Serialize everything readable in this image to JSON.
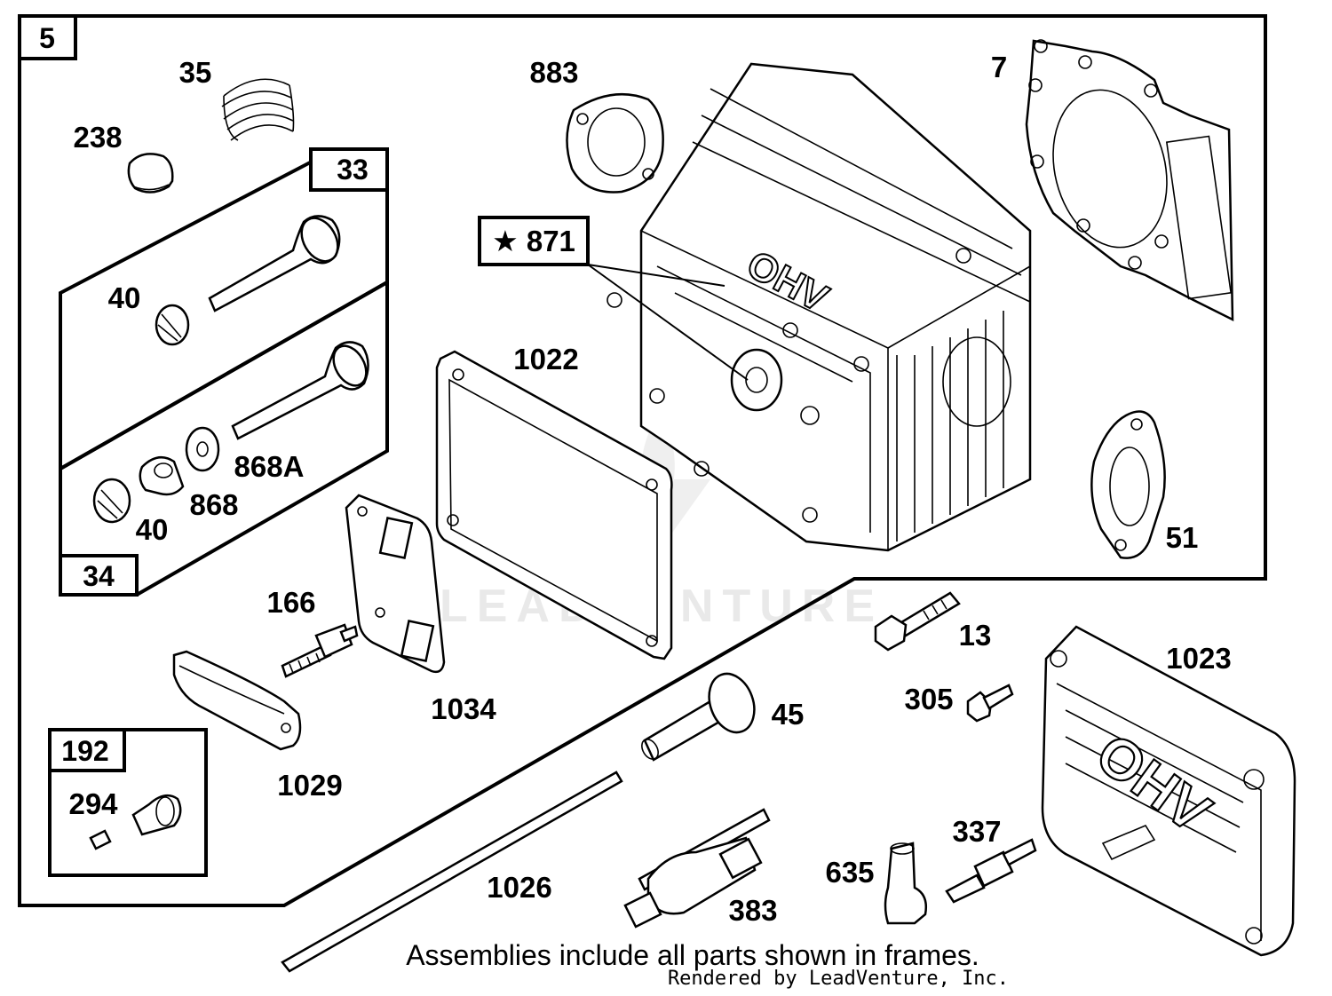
{
  "frames": {
    "main": "5",
    "valve_set_upper": "33",
    "valve_set_lower": "34",
    "breather": "192"
  },
  "callouts": {
    "p35": "35",
    "p238": "238",
    "p40a": "40",
    "p40b": "40",
    "p868": "868",
    "p868a": "868A",
    "p883": "883",
    "p871": "★ 871",
    "p7": "7",
    "p1022": "1022",
    "p51": "51",
    "p166": "166",
    "p1034": "1034",
    "p1029": "1029",
    "p13": "13",
    "p1023": "1023",
    "p305": "305",
    "p45": "45",
    "p294": "294",
    "p1026": "1026",
    "p383": "383",
    "p635": "635",
    "p337": "337"
  },
  "embossed": {
    "head_text": "OHV",
    "cover_text": "OHV"
  },
  "watermark": "LEADVENTURE",
  "caption": "Assemblies include all parts shown in frames.",
  "credit": "Rendered by LeadVenture, Inc."
}
